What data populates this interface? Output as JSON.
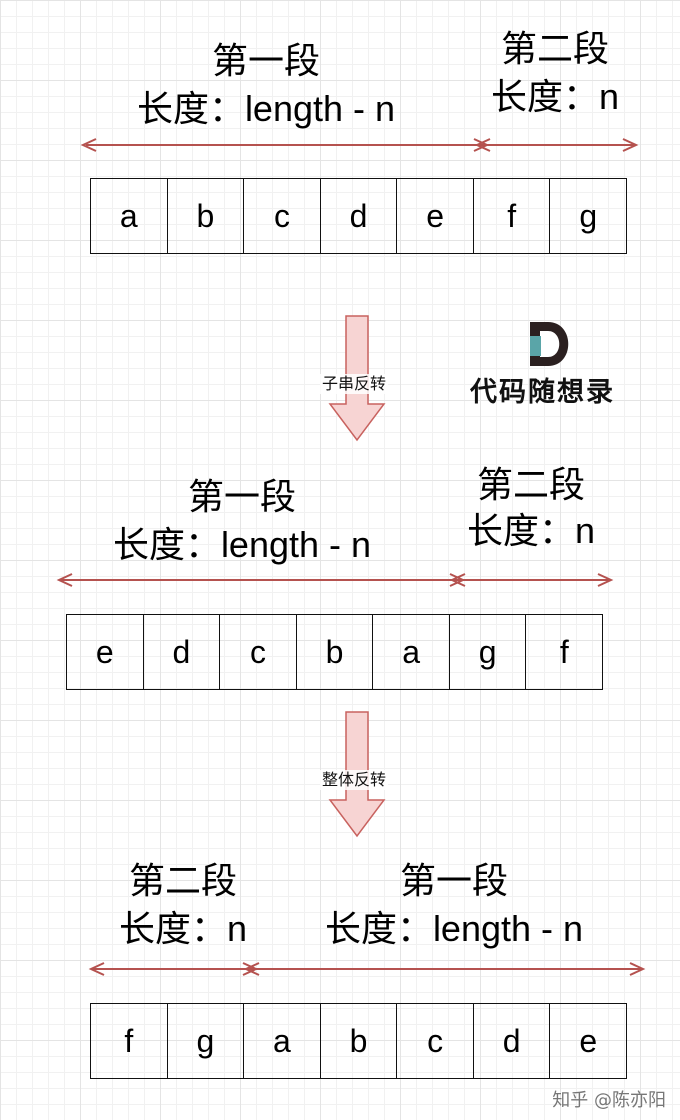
{
  "sections": [
    {
      "cells": [
        "a",
        "b",
        "c",
        "d",
        "e",
        "f",
        "g"
      ],
      "segments": [
        {
          "name": "第一段",
          "length": "长度：length - n"
        },
        {
          "name": "第二段",
          "length": "长度：n"
        }
      ]
    },
    {
      "cells": [
        "e",
        "d",
        "c",
        "b",
        "a",
        "g",
        "f"
      ],
      "segments": [
        {
          "name": "第一段",
          "length": "长度：length - n"
        },
        {
          "name": "第二段",
          "length": "长度：n"
        }
      ]
    },
    {
      "cells": [
        "f",
        "g",
        "a",
        "b",
        "c",
        "d",
        "e"
      ],
      "segments": [
        {
          "name": "第二段",
          "length": "长度：n"
        },
        {
          "name": "第一段",
          "length": "长度：length - n"
        }
      ]
    }
  ],
  "steps": [
    "子串反转",
    "整体反转"
  ],
  "logo": {
    "text": "代码随想录"
  },
  "watermark": "知乎 @陈亦阳",
  "colors": {
    "arrow": "#b5524f",
    "step_arrow_fill": "#f7d4d3",
    "step_arrow_stroke": "#c8625f",
    "logo_teal": "#5aa5a8"
  }
}
